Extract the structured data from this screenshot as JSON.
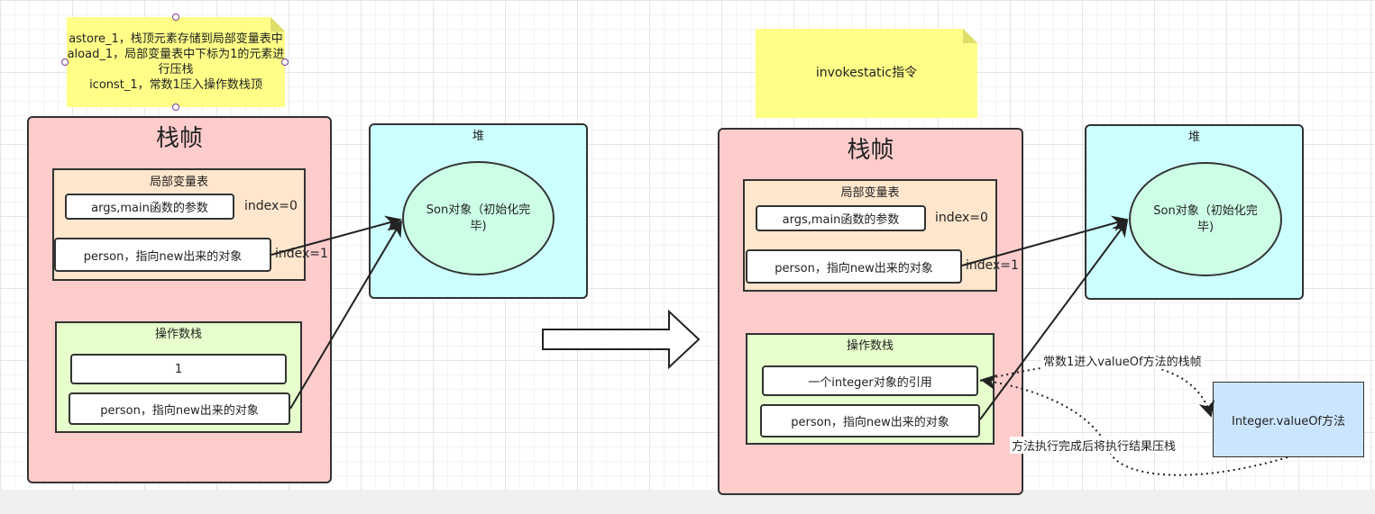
{
  "notes": {
    "left": "astore_1，栈顶元素存储到局部变量表中\naload_1，局部变量表中下标为1的元素进行压栈\niconst_1，常数1压入操作数栈顶",
    "right": "invokestatic指令"
  },
  "left": {
    "frame_title": "栈帧",
    "lvt_title": "局部变量表",
    "args_cell": "args,main函数的参数",
    "args_index": "index=0",
    "person_cell": "person，指向new出来的对象",
    "person_index": "index=1",
    "ops_title": "操作数栈",
    "op_top": "1",
    "op_bottom": "person，指向new出来的对象",
    "heap_title": "堆",
    "son_object": "Son对象（初始化完毕)"
  },
  "right": {
    "frame_title": "栈帧",
    "lvt_title": "局部变量表",
    "args_cell": "args,main函数的参数",
    "args_index": "index=0",
    "person_cell": "person，指向new出来的对象",
    "person_index": "index=1",
    "ops_title": "操作数栈",
    "op_top": "一个integer对象的引用",
    "op_bottom": "person，指向new出来的对象",
    "heap_title": "堆",
    "son_object": "Son对象（初始化完毕)",
    "method_box": "Integer.valueOf方法",
    "edge_enter": "常数1进入valueOf方法的栈帧",
    "edge_return": "方法执行完成后将执行结果压栈"
  },
  "colors": {
    "frame": "#ffcccc",
    "heap": "#ccffff",
    "local_vars": "#ffe6cc",
    "operand_stack": "#e6ffcc",
    "object": "#ccffe6",
    "method": "#cce5ff",
    "note": "#ffff88"
  },
  "icons": {
    "transition": "hollow-right-arrow"
  }
}
